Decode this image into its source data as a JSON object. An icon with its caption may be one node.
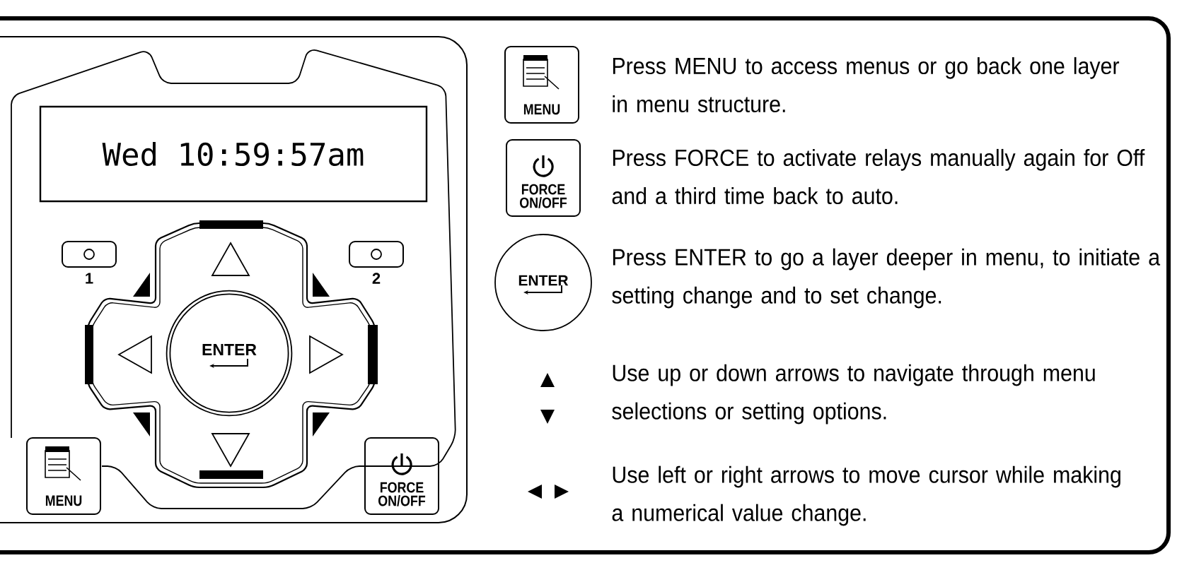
{
  "diagram": {
    "nodes": [
      {
        "text": [
          "Wed 10:59:57am"
        ]
      },
      {
        "text": [
          "ENTER"
        ]
      },
      {
        "text": [
          "MENU"
        ]
      },
      {
        "text": [
          "FORCE ON/OFF"
        ]
      },
      {
        "text": [
          "MENU"
        ],
        "beside": [
          "Press MENU to access menus or go back one layer in menu structure."
        ]
      },
      {
        "text": [
          "FORCE ON/OFF"
        ],
        "beside": [
          "Press FORCE to activate relays manually again for Off and a third time back to auto."
        ]
      },
      {
        "text": [
          "ENTER"
        ],
        "beside": [
          "Press ENTER to go a layer deeper in menu, to initiate a setting change and to set change."
        ]
      }
    ],
    "labels": [
      "1",
      "2",
      "Use up or down arrows to navigate through menu selections or setting options.",
      "Use left or right arrows to move cursor while making a numerical value change."
    ]
  }
}
